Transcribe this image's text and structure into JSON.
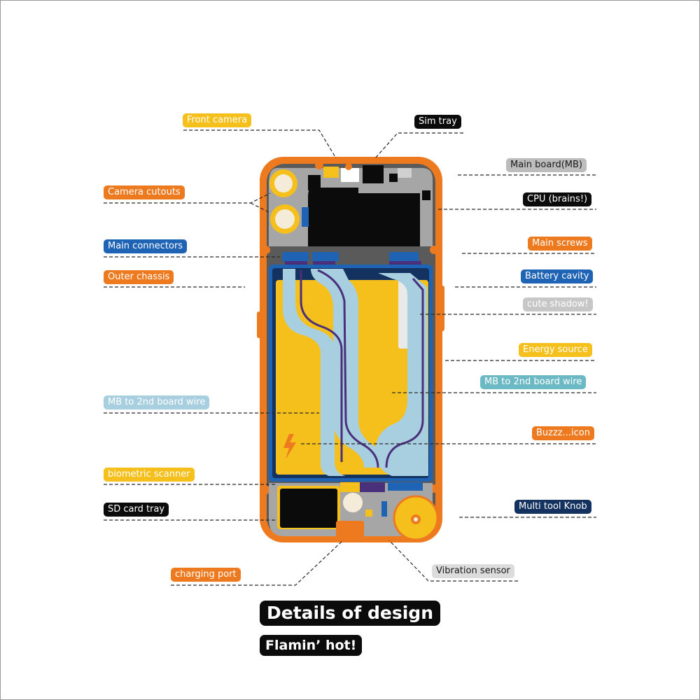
{
  "title": "Details of design",
  "subtitle": "Flamin’ hot!",
  "labels": {
    "front_camera": "Front camera",
    "sim_tray": "Sim tray",
    "main_board": "Main board(MB)",
    "cpu": "CPU (brains!)",
    "camera_cutouts": "Camera cutouts",
    "main_connectors": "Main connectors",
    "main_screws": "Main screws",
    "outer_chassis": "Outer chassis",
    "battery_cavity": "Battery cavity",
    "cute_shadow": "cute shadow!",
    "energy_source": "Energy source",
    "mb_wire_right": "MB to 2nd board wire",
    "mb_wire_left": "MB to 2nd board wire",
    "buzz_icon": "Buzzz...icon",
    "biometric_scanner": "biometric scanner",
    "sd_card_tray": "SD card tray",
    "multi_tool_knob": "Multi tool Knob",
    "charging_port": "charging port",
    "vibration_sensor": "Vibration sensor"
  },
  "colors": {
    "orange": "#ee7a1f",
    "yellow": "#f5bf1c",
    "gray_board": "#a6a6a6",
    "dark_gray": "#555555",
    "blue_connector": "#1f63b5",
    "purple": "#4a2f7a",
    "light_blue": "#a8cfe0",
    "navy": "#13325f",
    "black": "#0b0b0b"
  }
}
